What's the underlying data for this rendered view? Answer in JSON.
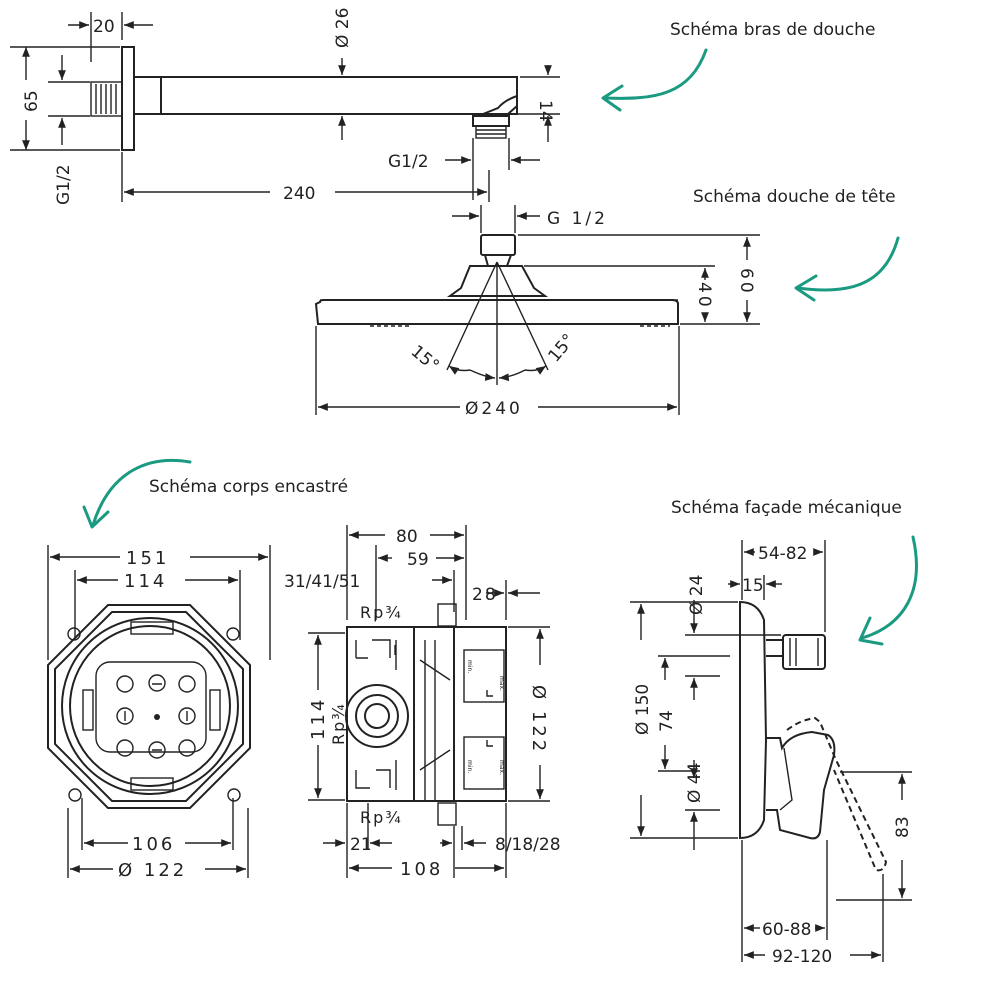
{
  "captions": {
    "arm": "Schéma bras de douche",
    "head": "Schéma douche de tête",
    "body": "Schéma corps encastré",
    "facade": "Schéma façade mécanique"
  },
  "arm": {
    "d20": "20",
    "d26": "Ø 26",
    "d65": "65",
    "g12_left": "G1/2",
    "d14": "14",
    "g12_right": "G1/2",
    "d240": "240"
  },
  "head": {
    "g12": "G 1/2",
    "d60": "60",
    "d40": "40",
    "a15_left": "15°",
    "a15_right": "15°",
    "d240": "Ø240"
  },
  "body": {
    "d151": "151",
    "d114": "114",
    "d106": "106",
    "d122": "Ø 122",
    "d80": "80",
    "d59": "59",
    "d315": "31/41/51",
    "d28": "28",
    "rp_top": "Rp¾",
    "rp_mid": "Rp¾",
    "rp_bot": "Rp¾",
    "d114v": "114",
    "d122v": "Ø 122",
    "d21": "21",
    "d8": "8/18/28",
    "d108": "108",
    "lbl_max": "max.",
    "lbl_min": "min."
  },
  "facade": {
    "d5482": "54-82",
    "d24": "Ø 24",
    "d15": "15",
    "d150": "Ø 150",
    "d74": "74",
    "d44": "Ø 44",
    "d83": "83",
    "d6088": "60-88",
    "d92120": "92-120"
  },
  "colors": {
    "accent": "#1a9a80",
    "line": "#222222"
  }
}
